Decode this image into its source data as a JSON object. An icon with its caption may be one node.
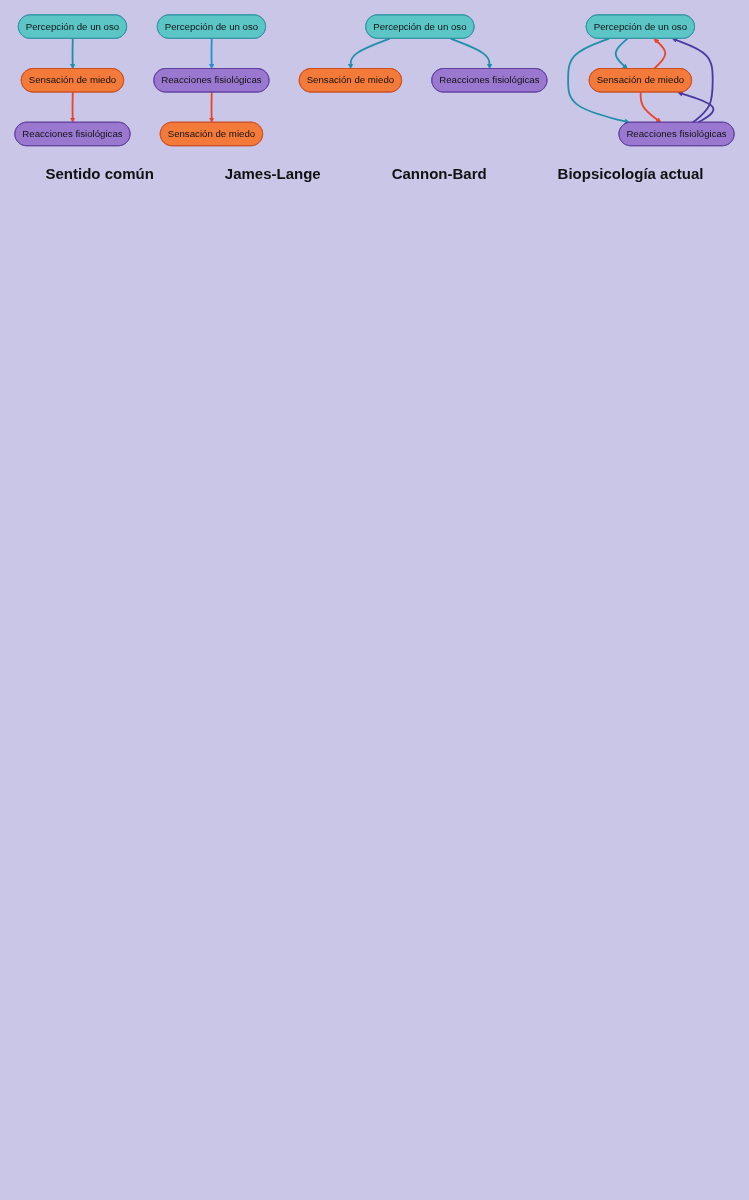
{
  "diagram": {
    "nodes": [
      {
        "text": [
          "Percepción de un oso"
        ]
      },
      {
        "text": [
          "Sensación de miedo"
        ]
      },
      {
        "text": [
          "Reacciones fisiológicas"
        ]
      },
      {
        "text": [
          "Percepción de un oso"
        ]
      },
      {
        "text": [
          "Reacciones fisiológicas"
        ]
      },
      {
        "text": [
          "Sensación de miedo"
        ]
      },
      {
        "text": [
          "Percepción de un oso"
        ]
      },
      {
        "text": [
          "Sensación de miedo"
        ]
      },
      {
        "text": [
          "Reacciones fisiológicas"
        ]
      },
      {
        "text": [
          "Percepción de un oso"
        ]
      },
      {
        "text": [
          "Sensación de miedo"
        ]
      },
      {
        "text": [
          "Reacciones fisiológicas"
        ]
      }
    ],
    "edges": [
      {
        "from": 0,
        "to": 1,
        "arrow": "to",
        "color": "#1f8fa8"
      },
      {
        "from": 1,
        "to": 2,
        "arrow": "to",
        "color": "#e8452a"
      },
      {
        "from": 3,
        "to": 4,
        "arrow": "to",
        "color": "#2a8fc8"
      },
      {
        "from": 4,
        "to": 5,
        "arrow": "to",
        "color": "#e8452a"
      },
      {
        "from": 6,
        "to": 7,
        "arrow": "to",
        "color": "#1f8fa8"
      },
      {
        "from": 6,
        "to": 8,
        "arrow": "to",
        "color": "#1f8fa8"
      },
      {
        "from": 10,
        "to": 9,
        "arrow": "to",
        "color": "#e8452a"
      },
      {
        "from": 9,
        "to": 10,
        "arrow": "to",
        "color": "#1f8fa8"
      },
      {
        "from": 11,
        "to": 9,
        "arrow": "to",
        "color": "#4a3aa0"
      },
      {
        "from": 9,
        "to": 11,
        "arrow": "to",
        "color": "#1f8fa8"
      },
      {
        "from": 10,
        "to": 11,
        "arrow": "to",
        "color": "#e8452a"
      },
      {
        "from": 11,
        "to": 10,
        "arrow": "to",
        "color": "#4a3aa0"
      }
    ],
    "labels": [
      "Sentido común",
      "James-Lange",
      "Cannon-Bard",
      "Biopsicología actual"
    ]
  }
}
